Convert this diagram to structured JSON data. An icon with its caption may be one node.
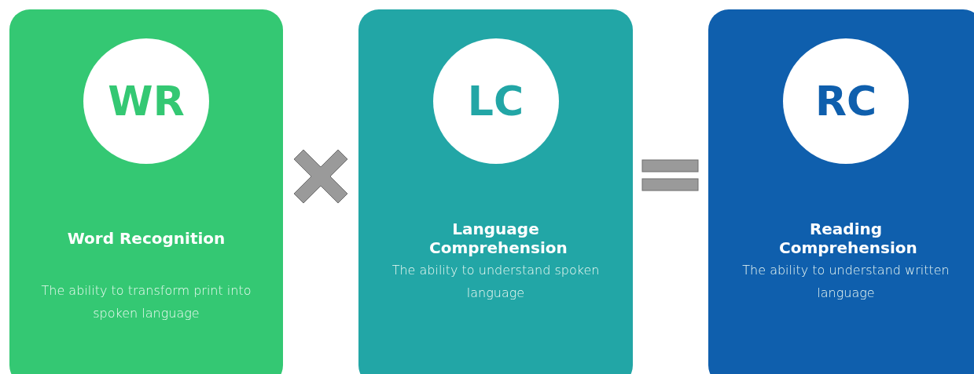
{
  "diagram": {
    "nodes": [
      {
        "text": [
          "Word Recognition",
          "The ability to transform print into spoken language"
        ]
      },
      {
        "text": [
          "WR"
        ],
        "in": 0
      },
      {
        "text": [
          "Language Comprehension",
          "The ability to understand spoken language"
        ]
      },
      {
        "text": [
          "LC"
        ],
        "in": 2
      },
      {
        "text": [
          "Reading Comprehension",
          "The ability to understand written language"
        ]
      },
      {
        "text": [
          "RC"
        ],
        "in": 4
      }
    ]
  }
}
